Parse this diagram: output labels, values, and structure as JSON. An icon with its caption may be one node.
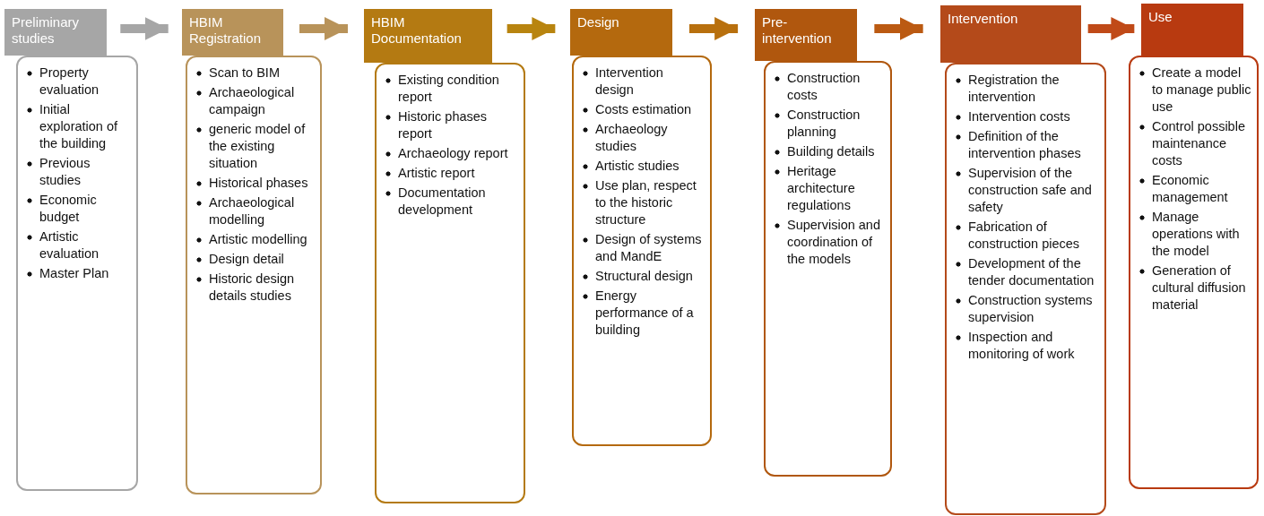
{
  "diagram": {
    "nodes": [
      {
        "text": [
          "Preliminary studies"
        ]
      },
      {
        "text": [
          "Property evaluation",
          "Initial exploration of the building",
          "Previous studies",
          "Economic budget",
          "Artistic evaluation",
          "Master Plan"
        ]
      },
      {
        "text": [
          "HBIM Registration"
        ]
      },
      {
        "text": [
          "Scan to BIM",
          "Archaeological campaign",
          "generic model of the existing situation",
          "Historical phases",
          "Archaeological modelling",
          "Artistic modelling",
          "Design detail",
          "Historic design details studies"
        ]
      },
      {
        "text": [
          "HBIM Documentation"
        ]
      },
      {
        "text": [
          "Existing condition report",
          "Historic phases report",
          "Archaeology report",
          "Artistic report",
          "Documentation development"
        ]
      },
      {
        "text": [
          "Design"
        ]
      },
      {
        "text": [
          "Intervention design",
          "Costs estimation",
          "Archaeology studies",
          "Artistic studies",
          "Use plan, respect to the historic structure",
          "Design of systems and MandE",
          "Structural design",
          "Energy performance of a building"
        ]
      },
      {
        "text": [
          "Pre-intervention"
        ]
      },
      {
        "text": [
          "Construction costs",
          "Construction planning",
          "Building details",
          "Heritage architecture regulations",
          "Supervision and coordination of the models"
        ]
      },
      {
        "text": [
          "Intervention"
        ]
      },
      {
        "text": [
          "Registration the intervention",
          "Intervention costs",
          "Definition of the intervention phases",
          "Supervision of the construction safe and safety",
          "Fabrication of construction pieces",
          "Development of the tender documentation",
          "Construction systems supervision",
          "Inspection and monitoring of work"
        ]
      },
      {
        "text": [
          "Use"
        ]
      },
      {
        "text": [
          "Create a model to manage public use",
          "Control possible maintenance costs",
          "Economic management",
          "Manage operations with the model",
          "Generation of cultural diffusion material"
        ]
      }
    ],
    "edges": [
      {
        "from": 0,
        "to": 2,
        "arrow": "to",
        "color": "#a6a6a6"
      },
      {
        "from": 2,
        "to": 4,
        "arrow": "to",
        "color": "#b8935a"
      },
      {
        "from": 4,
        "to": 6,
        "arrow": "to",
        "color": "#b8840f"
      },
      {
        "from": 6,
        "to": 8,
        "arrow": "to",
        "color": "#b8700e"
      },
      {
        "from": 8,
        "to": 10,
        "arrow": "to",
        "color": "#bb5a12"
      },
      {
        "from": 10,
        "to": 12,
        "arrow": "to",
        "color": "#c04a18"
      }
    ]
  }
}
